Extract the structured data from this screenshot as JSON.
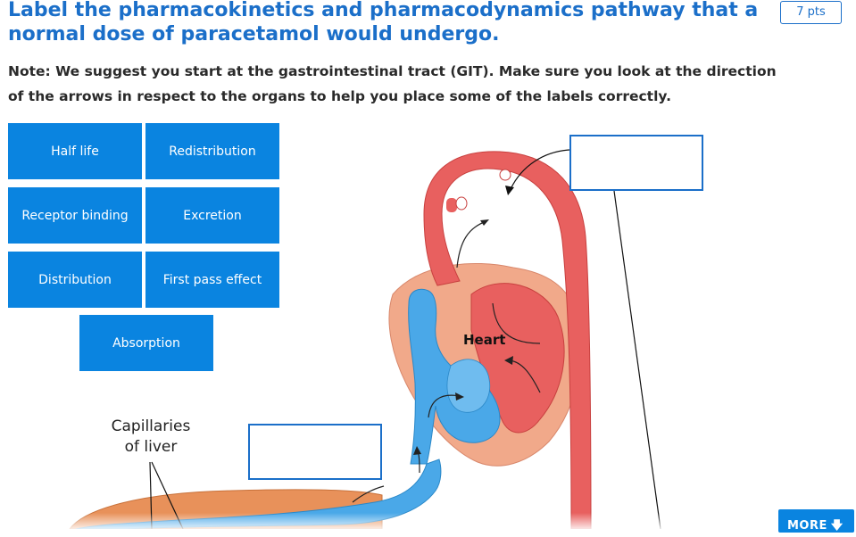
{
  "question": {
    "title": "Label the pharmacokinetics and pharmacodynamics pathway that a normal dose of paracetamol would undergo.",
    "points": "7 pts",
    "note": "Note: We suggest you start at the gastrointestinal tract (GIT). Make sure you look at the direction of the arrows in respect to the organs to help you place some of  the labels correctly."
  },
  "labels": [
    "Half life",
    "Redistribution",
    "Receptor binding",
    "Excretion",
    "Distribution",
    "First pass effect",
    "Absorption"
  ],
  "diagram": {
    "heart_label": "Heart",
    "liver_label": "Capillaries of liver"
  },
  "more_button": {
    "label": "MORE",
    "arrow": "down-arrow-icon"
  },
  "colors": {
    "accent": "#1b6fc9",
    "tile": "#0a84e0",
    "artery": "#e8605f",
    "vein": "#4aa8e8",
    "heart_tissue": "#f1a98a",
    "liver": "#e8915a"
  }
}
